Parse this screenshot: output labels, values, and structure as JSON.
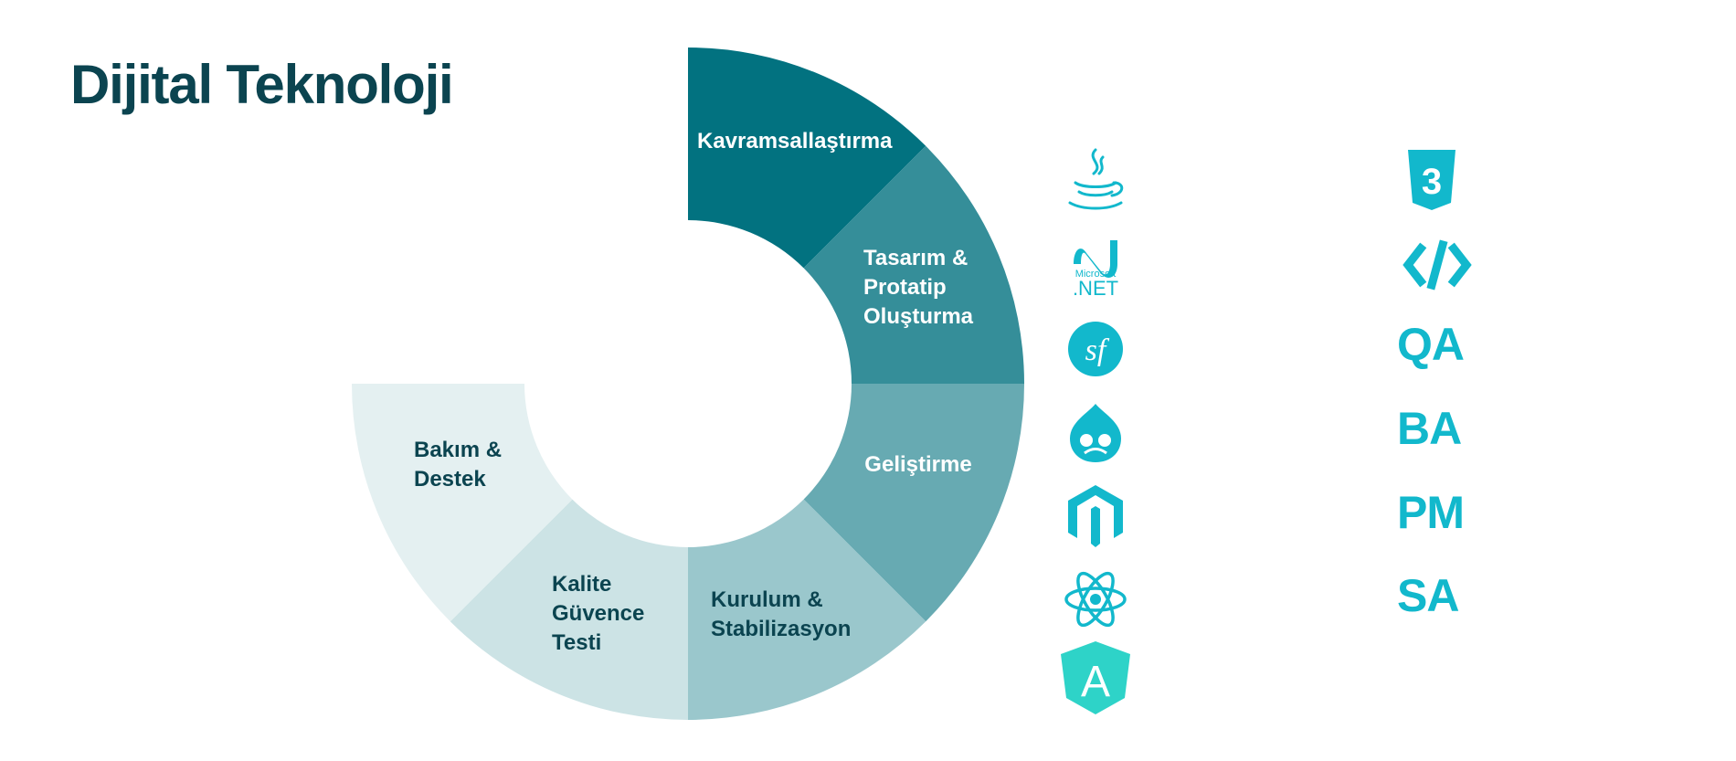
{
  "title": "Dijital Teknoloji",
  "wheel": {
    "segments": [
      {
        "name": "kavramsallastirma",
        "lines": [
          "Kavramsallaştırma"
        ],
        "color": "#027280",
        "text_color": "#ffffff"
      },
      {
        "name": "tasarim-prototip",
        "lines": [
          "Tasarım &",
          "Protatip",
          "Oluşturma"
        ],
        "color": "#358e99",
        "text_color": "#ffffff"
      },
      {
        "name": "gelistirme",
        "lines": [
          "Geliştirme"
        ],
        "color": "#67aab2",
        "text_color": "#ffffff"
      },
      {
        "name": "kurulum-stabilizasyon",
        "lines": [
          "Kurulum &",
          "Stabilizasyon"
        ],
        "color": "#9ac7cc",
        "text_color": "#0b4450"
      },
      {
        "name": "kalite-guvence",
        "lines": [
          "Kalite",
          "Güvence",
          "Testi"
        ],
        "color": "#cce3e5",
        "text_color": "#0b4450"
      },
      {
        "name": "bakim-destek",
        "lines": [
          "Bakım &",
          "Destek"
        ],
        "color": "#e4f0f1",
        "text_color": "#0b4450"
      }
    ]
  },
  "tech_icons": [
    {
      "name": "java-icon",
      "color": "#12b8cc"
    },
    {
      "name": "dotnet-icon",
      "color": "#12b8cc",
      "text": "Microsoft",
      "text2": ".NET"
    },
    {
      "name": "symfony-icon",
      "color": "#12b8cc",
      "text": "sf"
    },
    {
      "name": "drupal-icon",
      "color": "#12b8cc"
    },
    {
      "name": "magento-icon",
      "color": "#12b8cc"
    },
    {
      "name": "react-icon",
      "color": "#12b8cc"
    },
    {
      "name": "angular-icon",
      "color": "#2ed3c8",
      "text": "A"
    }
  ],
  "roles": {
    "css_icon": {
      "name": "css3-icon",
      "color": "#12b8cc",
      "text": "3"
    },
    "code_icon": {
      "name": "code-icon",
      "color": "#12b8cc"
    },
    "labels": [
      "QA",
      "BA",
      "PM",
      "SA"
    ]
  }
}
